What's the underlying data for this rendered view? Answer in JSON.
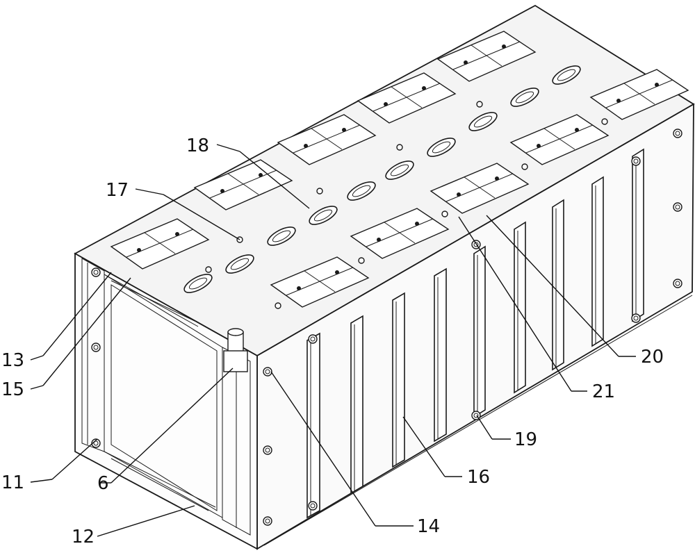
{
  "labels": {
    "l6": "6",
    "l11": "11",
    "l12": "12",
    "l13": "13",
    "l14": "14",
    "l15": "15",
    "l16": "16",
    "l17": "17",
    "l18": "18",
    "l19": "19",
    "l20": "20",
    "l21": "21"
  },
  "colors": {
    "line": "#1a1a1a",
    "background": "#ffffff"
  }
}
